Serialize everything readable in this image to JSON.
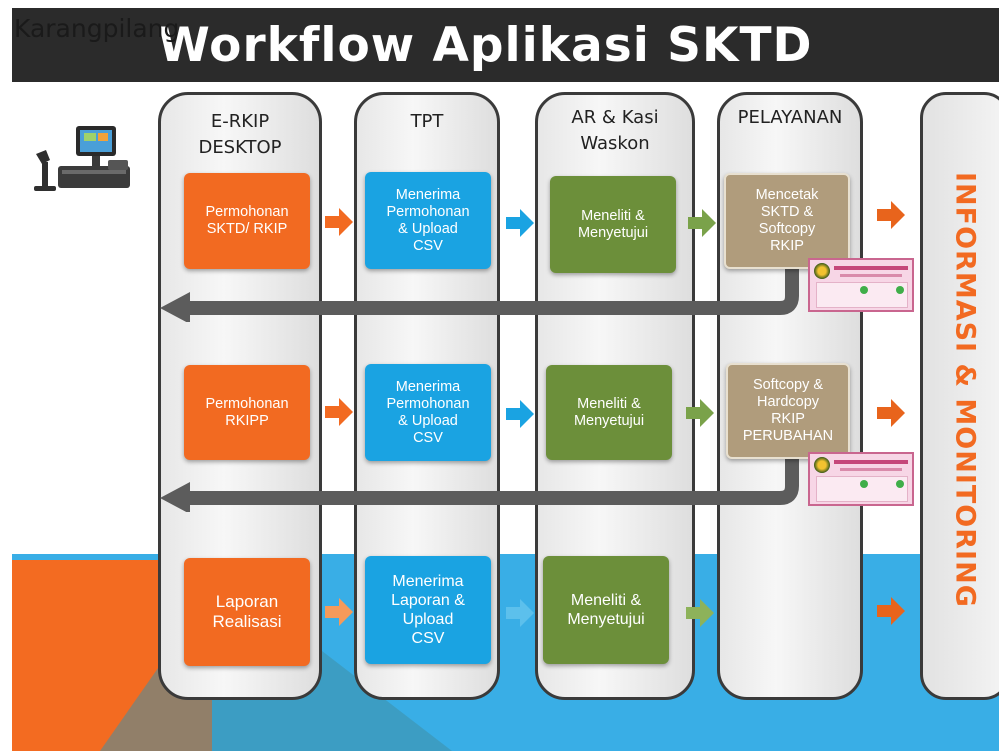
{
  "overlay_label": "Karangpilang",
  "header": {
    "title": "Workflow Aplikasi SKTD"
  },
  "columns": [
    {
      "heading": "E-RKIP\nDESKTOP"
    },
    {
      "heading": "TPT"
    },
    {
      "heading": "AR & Kasi\nWaskon"
    },
    {
      "heading": "PELAYANAN"
    }
  ],
  "rows": [
    {
      "boxes": [
        "Permohonan\nSKTD/ RKIP",
        "Menerima\nPermohonan\n& Upload\nCSV",
        "Meneliti &\nMenyetujui",
        "Mencetak\nSKTD &\nSoftcopy\nRKIP"
      ]
    },
    {
      "boxes": [
        "Permohonan\nRKIPP",
        "Menerima\nPermohonan\n& Upload\nCSV",
        "Meneliti &\nMenyetujui",
        "Softcopy &\nHardcopy\nRKIP\nPERUBAHAN"
      ]
    },
    {
      "boxes": [
        "Laporan\nRealisasi",
        "Menerima\nLaporan &\nUpload\nCSV",
        "Meneliti &\nMenyetujui"
      ]
    }
  ],
  "right_panel": {
    "label": "INFORMASI & MONITORING"
  },
  "colors": {
    "orange": "#f26a21",
    "blue": "#1aa3e2",
    "green": "#6c8f3a",
    "tan": "#b09c7c",
    "header": "#2b2b2b"
  },
  "icons": {
    "pos": "pos-terminal-icon",
    "doc": "document-thumbnail-icon"
  }
}
